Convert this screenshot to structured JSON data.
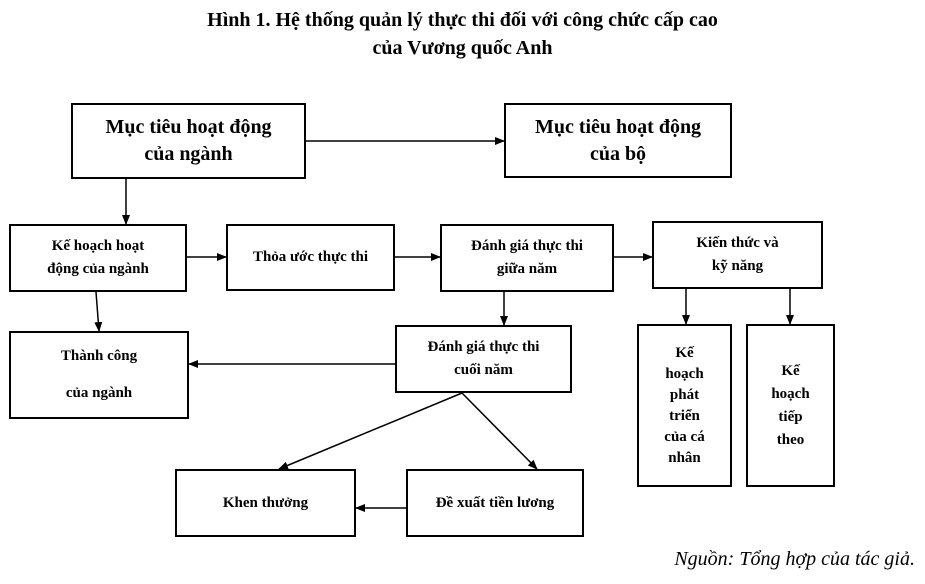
{
  "title": {
    "line1": "Hình 1. Hệ thống quản lý thực thi đối với công chức cấp cao",
    "line2": "của Vương quốc Anh"
  },
  "boxes": {
    "industry_goals": [
      "Mục tiêu hoạt động",
      "của ngành"
    ],
    "ministry_goals": [
      "Mục tiêu hoạt động",
      "của bộ"
    ],
    "industry_plan": [
      "Kế hoạch hoạt",
      "động của ngành"
    ],
    "performance_agreement": [
      "Thỏa ước thực thi"
    ],
    "mid_year_review": [
      "Đánh giá thực thi",
      "giữa năm"
    ],
    "knowledge_skills": [
      "Kiến thức và",
      "kỹ năng"
    ],
    "industry_success": [
      "Thành công",
      "của ngành"
    ],
    "year_end_review": [
      "Đánh giá thực thi",
      "cuối năm"
    ],
    "personal_dev_plan": [
      "Kế",
      "hoạch",
      "phát",
      "triển",
      "của cá",
      "nhân"
    ],
    "next_plan": [
      "Kế",
      "hoạch",
      "tiếp",
      "theo"
    ],
    "reward": [
      "Khen thưởng"
    ],
    "salary_proposal": [
      "Đề xuất tiền lương"
    ]
  },
  "source": "Nguồn: Tổng hợp của tác giả."
}
